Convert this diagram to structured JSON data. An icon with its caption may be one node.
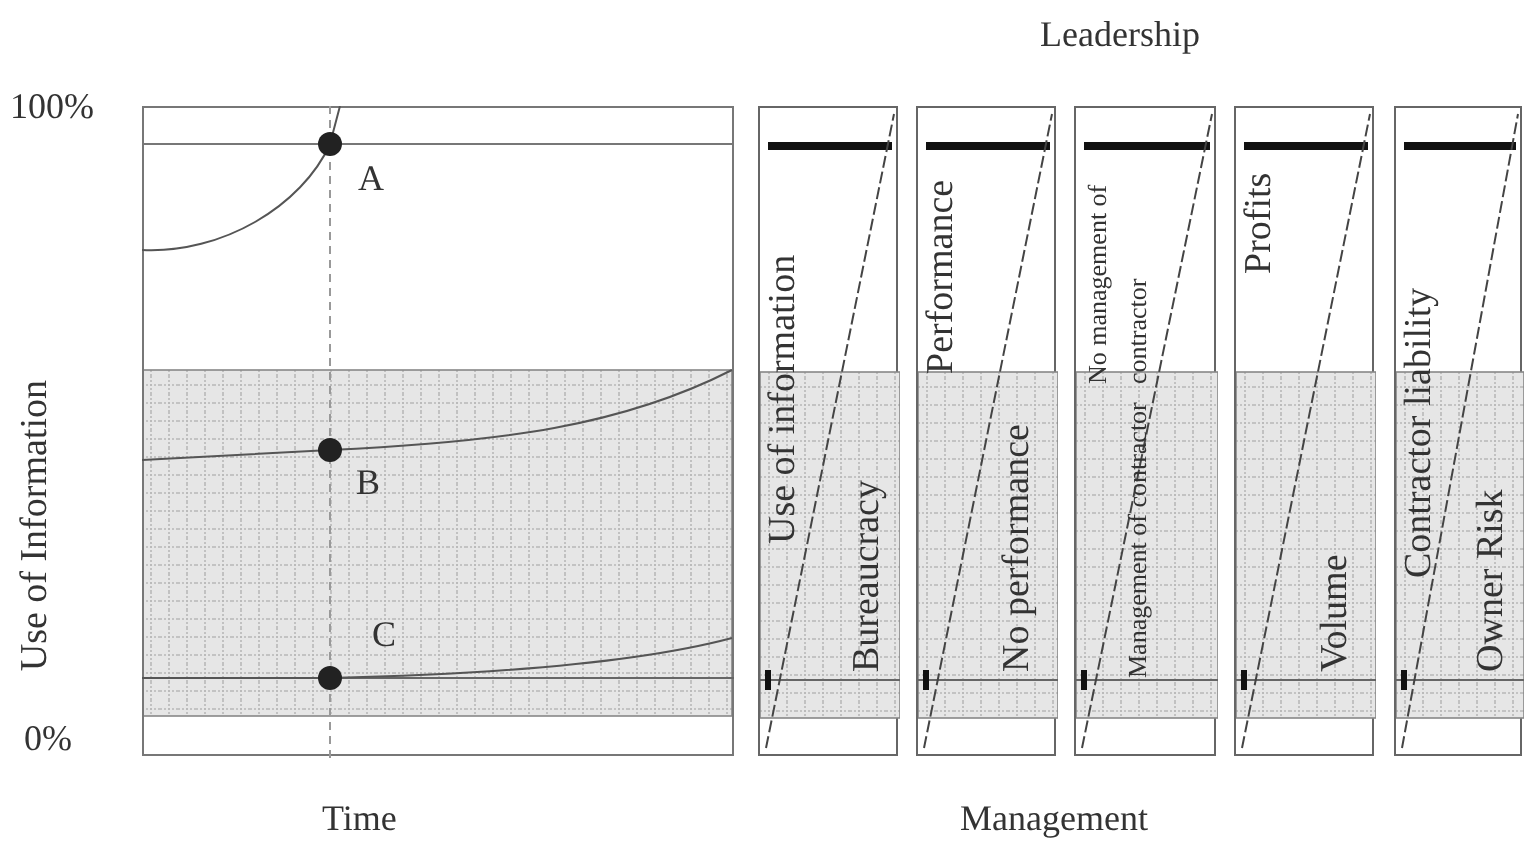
{
  "diagram": {
    "nodes": [
      {
        "text": [
          "Use of information",
          "Bureaucracy"
        ]
      },
      {
        "text": [
          "Performance",
          "No performance"
        ]
      },
      {
        "text": [
          "No management of contractor",
          "Management of contractor"
        ]
      },
      {
        "text": [
          "Profits",
          "Volume"
        ]
      },
      {
        "text": [
          "Contractor liability",
          "Owner Risk"
        ]
      }
    ],
    "labels": [
      "Leadership",
      "100%",
      "Use of Information",
      "A",
      "B",
      "C",
      "0%",
      "Time",
      "Management"
    ]
  }
}
